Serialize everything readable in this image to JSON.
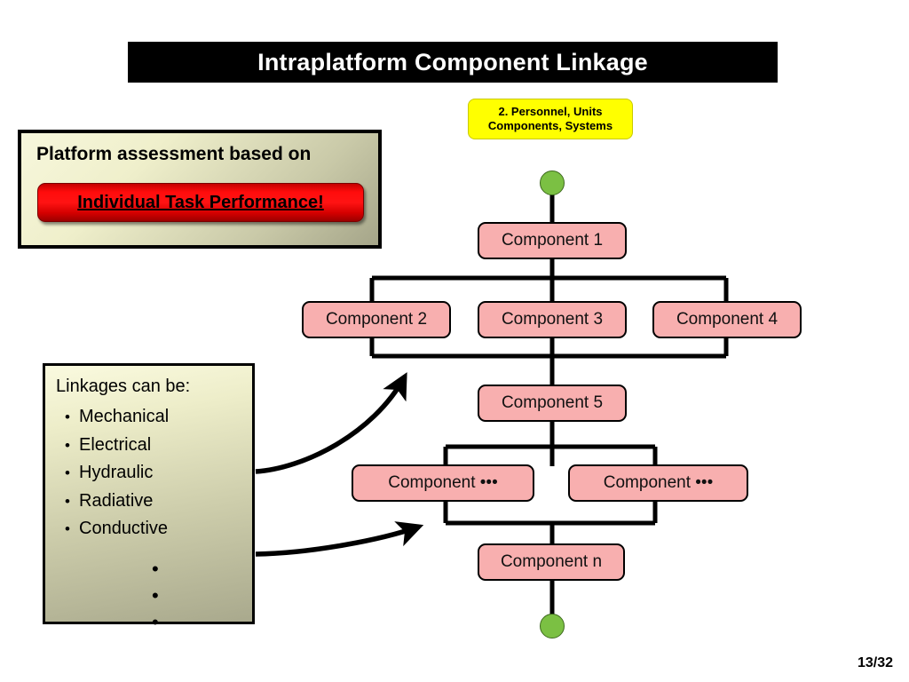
{
  "slide": {
    "title": "Intraplatform Component Linkage",
    "page_number": "13/32"
  },
  "yellow_callout": {
    "line1": "2. Personnel, Units",
    "line2": "Components, Systems",
    "color": "#FFFF00"
  },
  "platform_box": {
    "heading": "Platform assessment based on",
    "emphasis": "Individual Task Performance!",
    "emphasis_color": "#FF1313"
  },
  "linkages_box": {
    "title": "Linkages can be:",
    "items": [
      "Mechanical",
      "Electrical",
      "Hydraulic",
      "Radiative",
      "Conductive"
    ],
    "continuation_dots": [
      "•",
      "•",
      "•"
    ],
    "bullet_glyph": "•"
  },
  "diagram": {
    "node_color": "#F8AFAF",
    "terminator_color": "#7BC043",
    "connector_color": "#000000",
    "nodes": [
      {
        "id": "comp1",
        "label": "Component 1"
      },
      {
        "id": "comp2",
        "label": "Component 2"
      },
      {
        "id": "comp3",
        "label": "Component 3"
      },
      {
        "id": "comp4",
        "label": "Component 4"
      },
      {
        "id": "comp5",
        "label": "Component 5"
      },
      {
        "id": "compdL",
        "label": "Component •••"
      },
      {
        "id": "compdR",
        "label": "Component •••"
      },
      {
        "id": "compn",
        "label": "Component n"
      }
    ],
    "terminators": [
      {
        "id": "green-top",
        "name": "top-terminator"
      },
      {
        "id": "green-bottom",
        "name": "bottom-terminator"
      }
    ]
  }
}
